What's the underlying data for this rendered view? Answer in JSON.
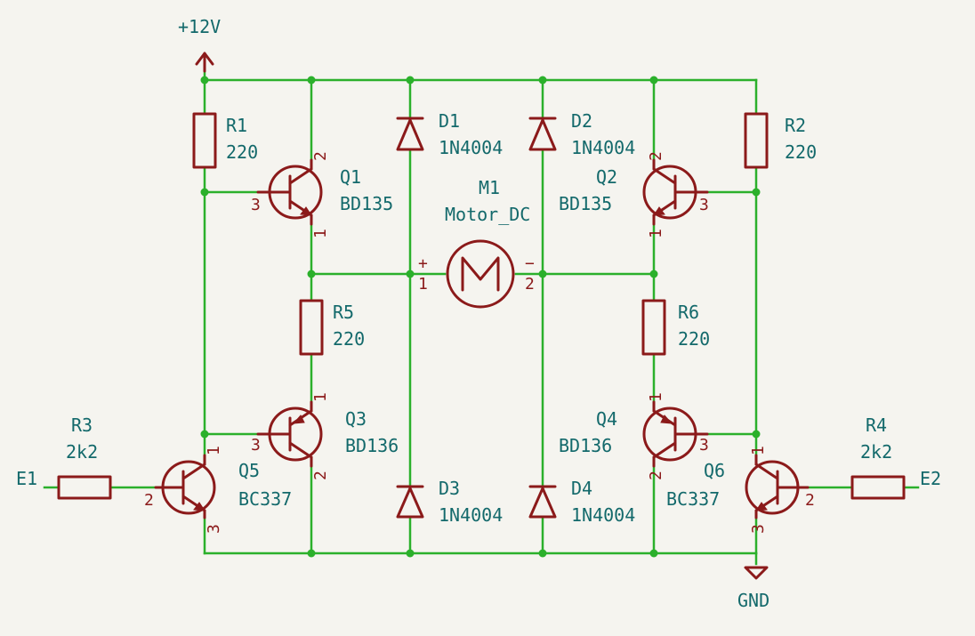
{
  "nets": {
    "vcc": "+12V",
    "gnd": "GND",
    "e1": "E1",
    "e2": "E2"
  },
  "resistors": [
    {
      "ref": "R1",
      "value": "220"
    },
    {
      "ref": "R2",
      "value": "220"
    },
    {
      "ref": "R3",
      "value": "2k2"
    },
    {
      "ref": "R4",
      "value": "2k2"
    },
    {
      "ref": "R5",
      "value": "220"
    },
    {
      "ref": "R6",
      "value": "220"
    }
  ],
  "diodes": [
    {
      "ref": "D1",
      "value": "1N4004"
    },
    {
      "ref": "D2",
      "value": "1N4004"
    },
    {
      "ref": "D3",
      "value": "1N4004"
    },
    {
      "ref": "D4",
      "value": "1N4004"
    }
  ],
  "transistors": [
    {
      "ref": "Q1",
      "value": "BD135",
      "pins": [
        "1",
        "2",
        "3"
      ]
    },
    {
      "ref": "Q2",
      "value": "BD135",
      "pins": [
        "1",
        "2",
        "3"
      ]
    },
    {
      "ref": "Q3",
      "value": "BD136",
      "pins": [
        "1",
        "2",
        "3"
      ]
    },
    {
      "ref": "Q4",
      "value": "BD136",
      "pins": [
        "1",
        "2",
        "3"
      ]
    },
    {
      "ref": "Q5",
      "value": "BC337",
      "pins": [
        "1",
        "2",
        "3"
      ]
    },
    {
      "ref": "Q6",
      "value": "BC337",
      "pins": [
        "1",
        "2",
        "3"
      ]
    }
  ],
  "motor": {
    "ref": "M1",
    "value": "Motor_DC",
    "plus": "+",
    "minus": "−",
    "pin1": "1",
    "pin2": "2"
  },
  "colors": {
    "wire": "#2bb02b",
    "component": "#8b1a1a",
    "label": "#13696b",
    "background": "#f5f4ef"
  }
}
